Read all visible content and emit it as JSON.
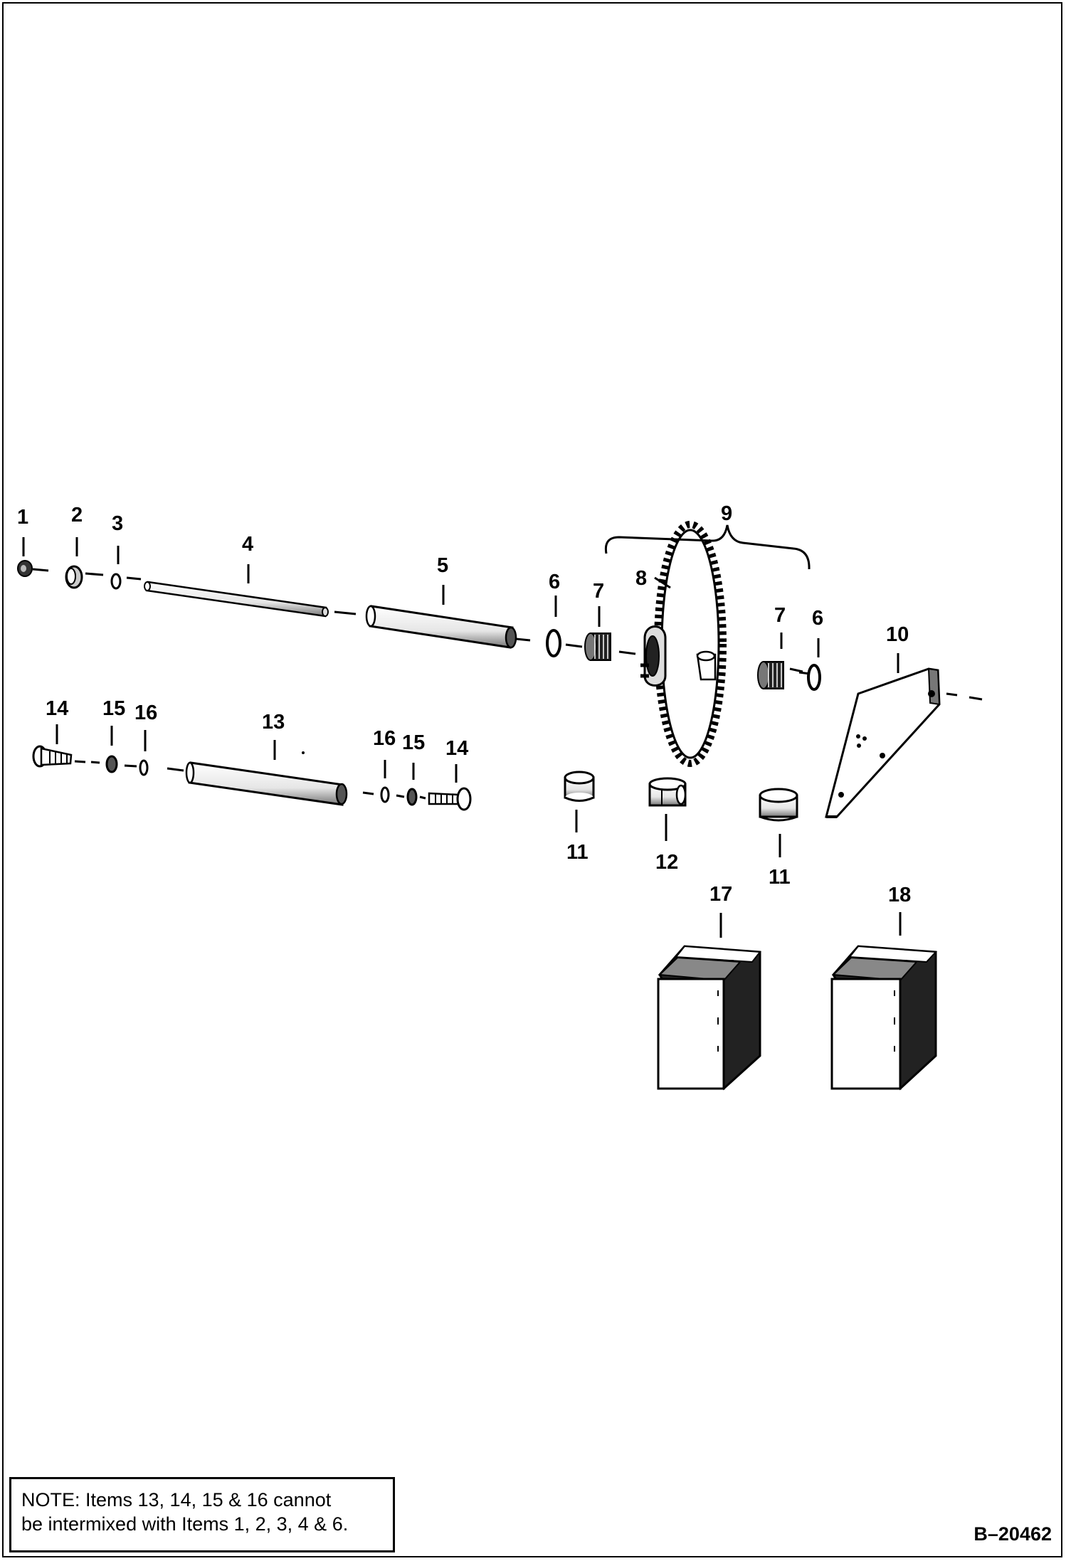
{
  "callouts": {
    "c1": "1",
    "c2": "2",
    "c3": "3",
    "c4": "4",
    "c5": "5",
    "c6a": "6",
    "c6b": "6",
    "c7a": "7",
    "c7b": "7",
    "c8": "8",
    "c9": "9",
    "c10": "10",
    "c11a": "11",
    "c11b": "11",
    "c12": "12",
    "c13": "13",
    "c14a": "14",
    "c14b": "14",
    "c15a": "15",
    "c15b": "15",
    "c16a": "16",
    "c16b": "16",
    "c17": "17",
    "c18": "18"
  },
  "note": {
    "line1": "NOTE: Items 13, 14, 15 & 16 cannot",
    "line2": "be intermixed with Items 1, 2, 3, 4 & 6."
  },
  "reference_code": "B–20462"
}
